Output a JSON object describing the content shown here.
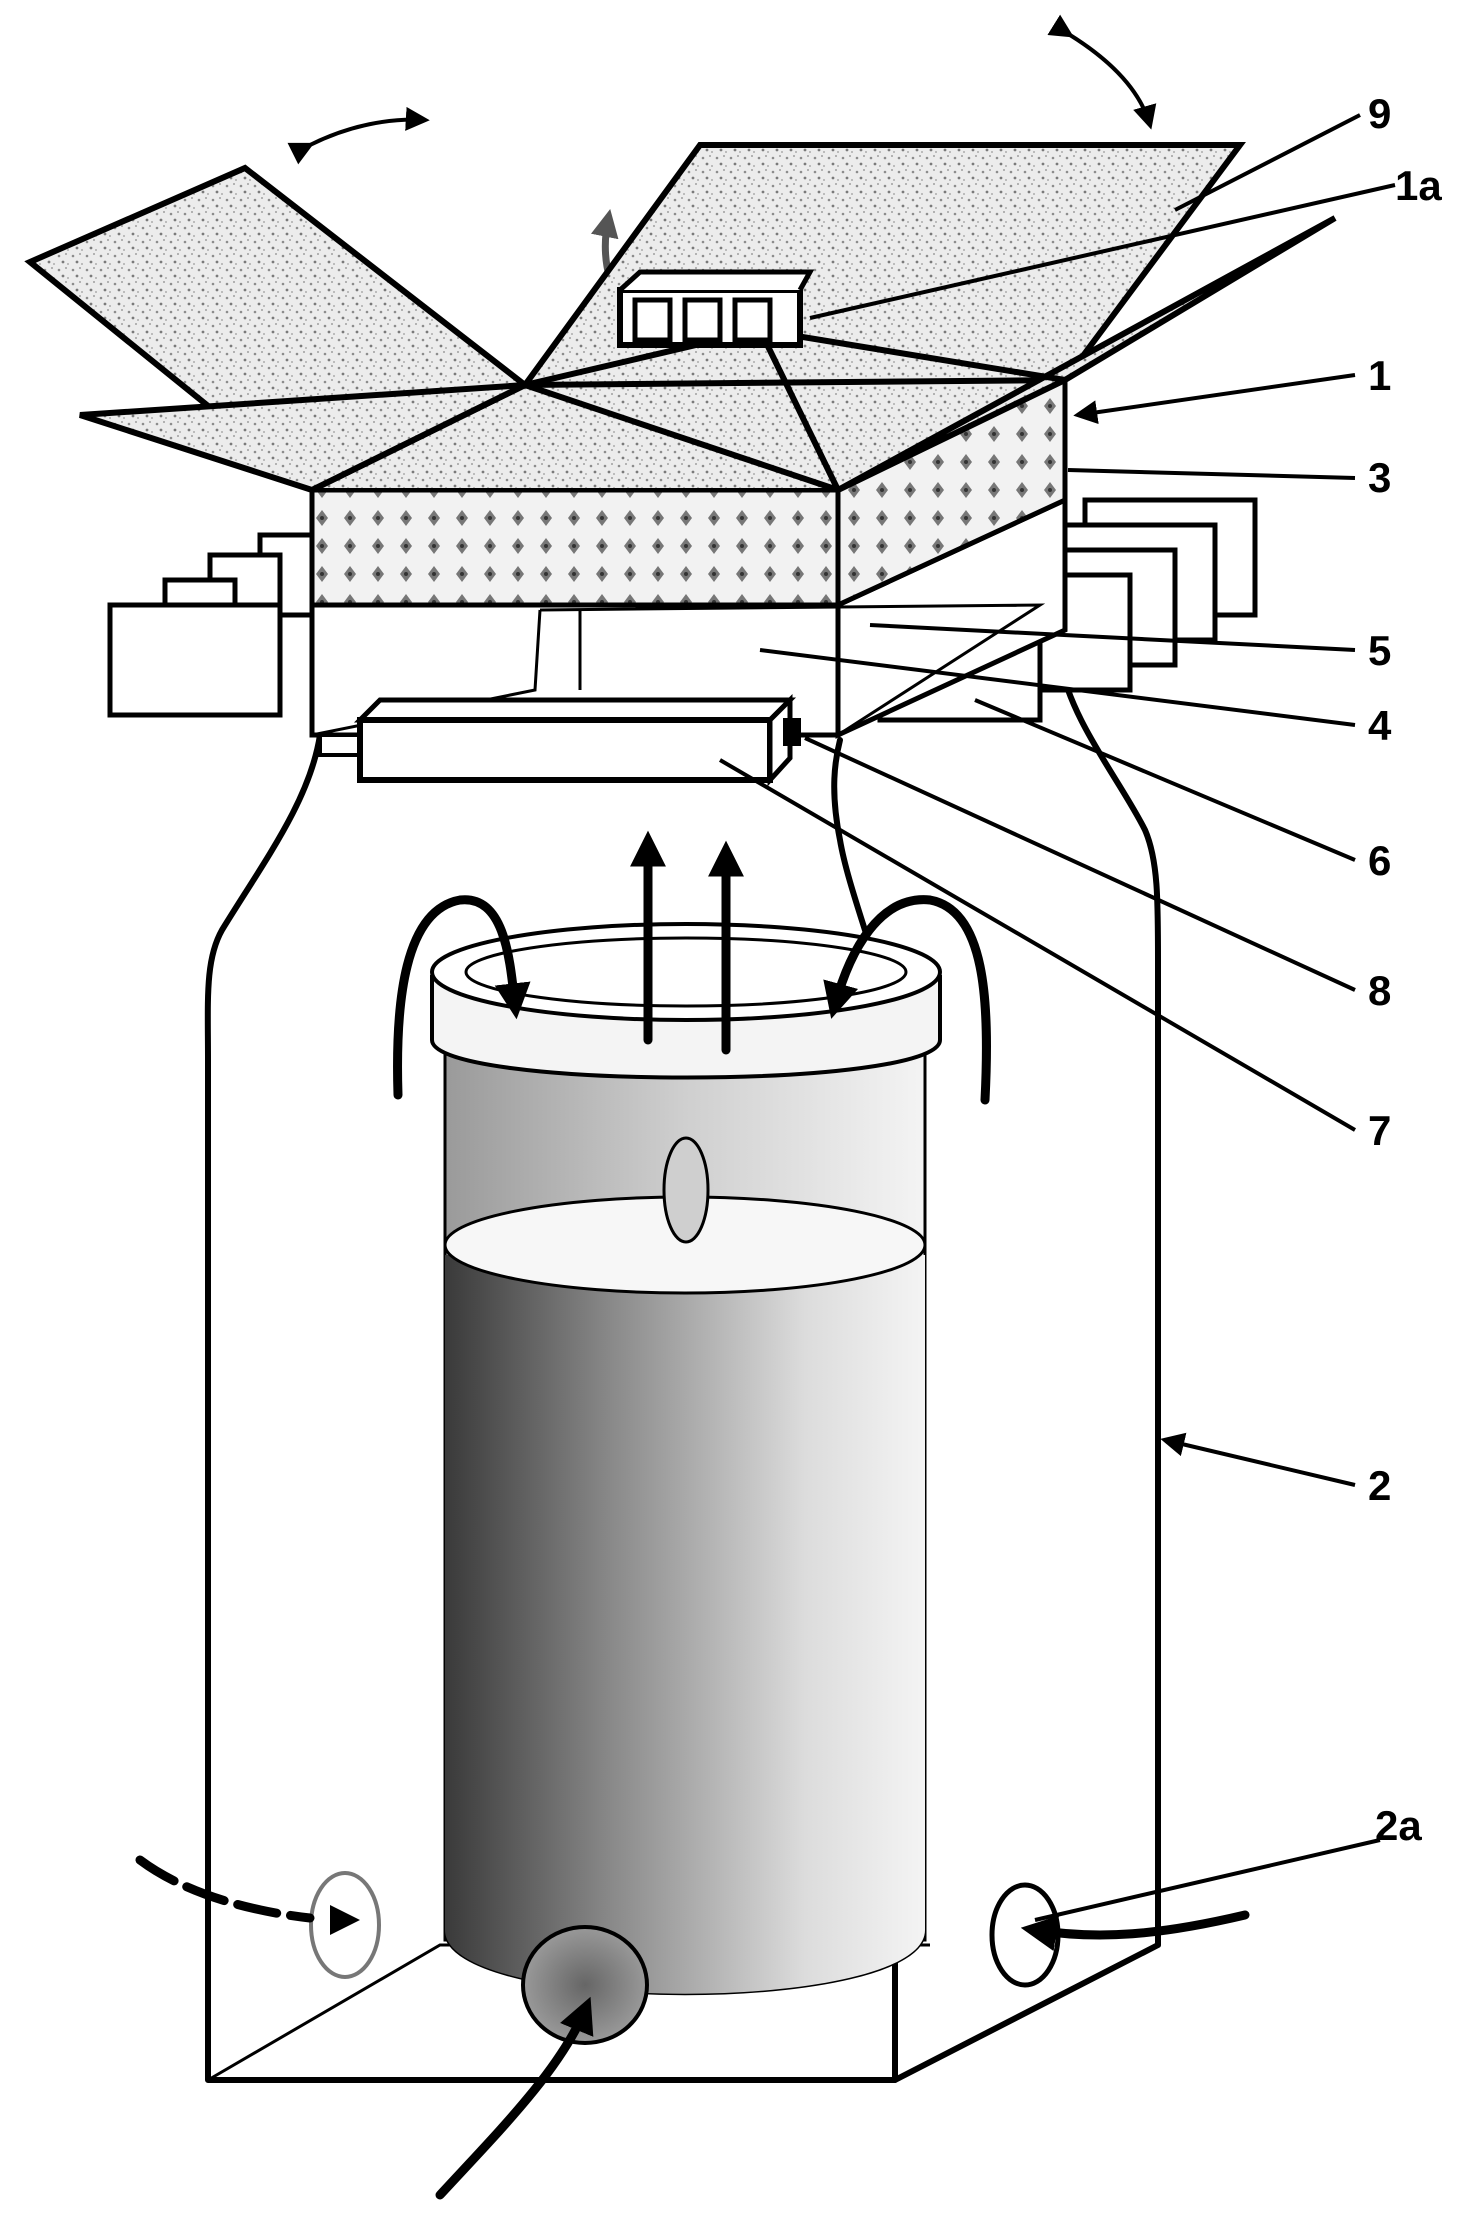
{
  "labels": {
    "l9": "9",
    "l1a": "1a",
    "l1": "1",
    "l3": "3",
    "l5": "5",
    "l4": "4",
    "l6": "6",
    "l8": "8",
    "l7": "7",
    "l2": "2",
    "l2a": "2a"
  },
  "colors": {
    "line": "#000000",
    "panel_dots": "#b8b8b8",
    "background": "#ffffff"
  }
}
